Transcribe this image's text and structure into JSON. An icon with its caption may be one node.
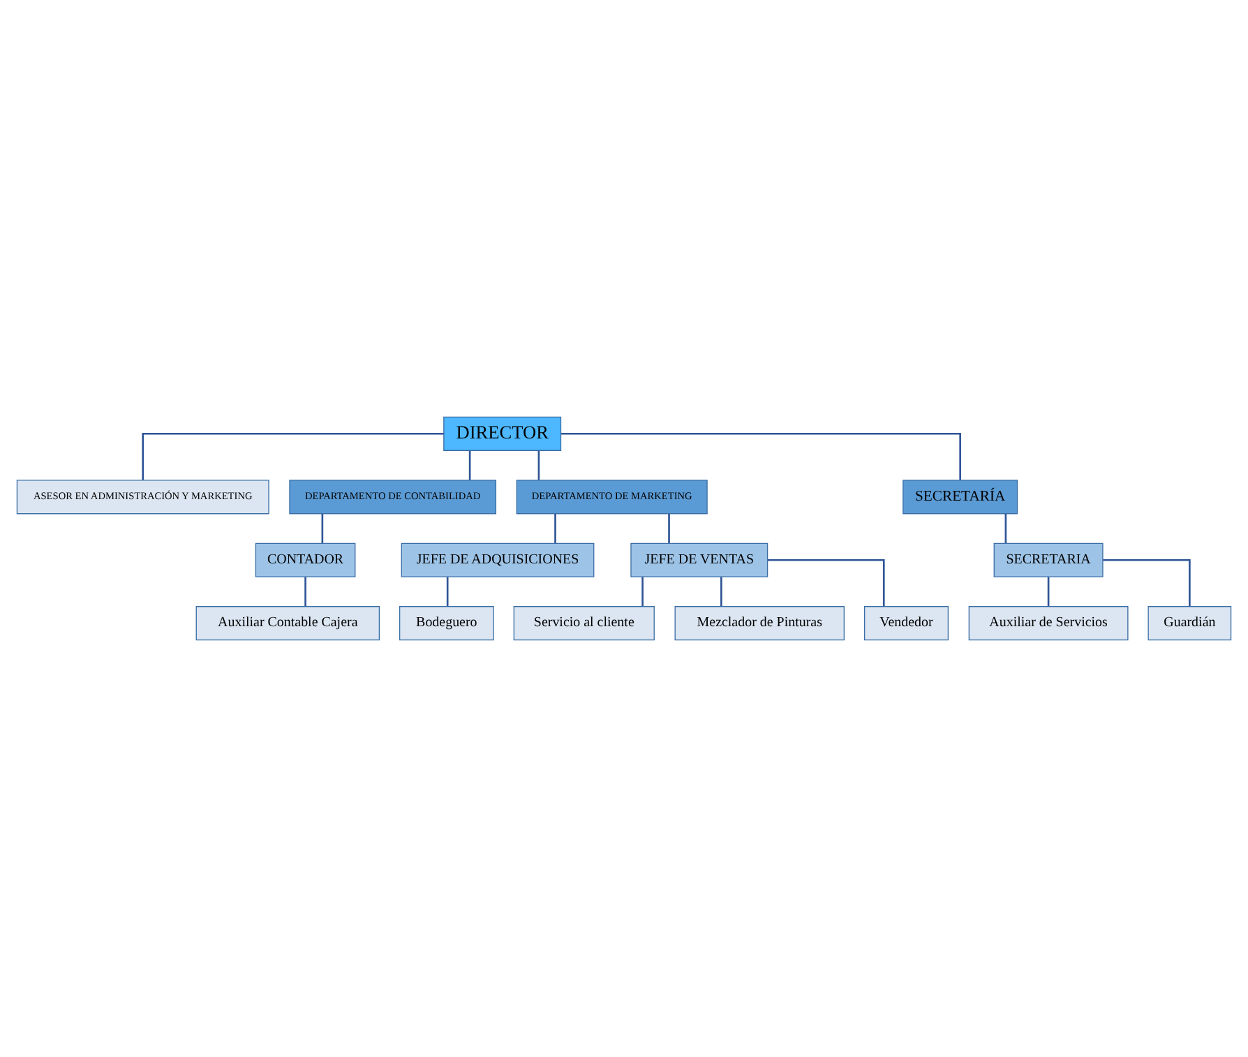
{
  "diagram": {
    "nodes": [
      {
        "text": [
          "DIRECTOR"
        ]
      },
      {
        "text": [
          "ASESOR EN ADMINISTRACIÓN Y MARKETING"
        ]
      },
      {
        "text": [
          "DEPARTAMENTO DE CONTABILIDAD"
        ]
      },
      {
        "text": [
          "DEPARTAMENTO DE MARKETING"
        ]
      },
      {
        "text": [
          "SECRETARÍA"
        ]
      },
      {
        "text": [
          "CONTADOR"
        ]
      },
      {
        "text": [
          "Auxiliar Contable Cajera"
        ]
      },
      {
        "text": [
          "JEFE DE ADQUISICIONES"
        ]
      },
      {
        "text": [
          "Bodeguero"
        ]
      },
      {
        "text": [
          "JEFE DE VENTAS"
        ]
      },
      {
        "text": [
          "Servicio al cliente"
        ]
      },
      {
        "text": [
          "Mezclador de Pinturas"
        ]
      },
      {
        "text": [
          "Vendedor"
        ]
      },
      {
        "text": [
          "SECRETARIA"
        ]
      },
      {
        "text": [
          "Auxiliar de Servicios"
        ]
      },
      {
        "text": [
          "Guardián"
        ]
      }
    ],
    "edges": [
      {
        "from": 0,
        "to": 1,
        "arrow": "none"
      },
      {
        "from": 0,
        "to": 2,
        "arrow": "none"
      },
      {
        "from": 0,
        "to": 3,
        "arrow": "none"
      },
      {
        "from": 0,
        "to": 4,
        "arrow": "none"
      },
      {
        "from": 2,
        "to": 5,
        "arrow": "none"
      },
      {
        "from": 5,
        "to": 6,
        "arrow": "none"
      },
      {
        "from": 3,
        "to": 7,
        "arrow": "none"
      },
      {
        "from": 3,
        "to": 9,
        "arrow": "none"
      },
      {
        "from": 7,
        "to": 8,
        "arrow": "none"
      },
      {
        "from": 9,
        "to": 10,
        "arrow": "none"
      },
      {
        "from": 9,
        "to": 11,
        "arrow": "none"
      },
      {
        "from": 9,
        "to": 12,
        "arrow": "none"
      },
      {
        "from": 4,
        "to": 13,
        "arrow": "none"
      },
      {
        "from": 13,
        "to": 14,
        "arrow": "none"
      },
      {
        "from": 13,
        "to": 15,
        "arrow": "none"
      }
    ]
  }
}
